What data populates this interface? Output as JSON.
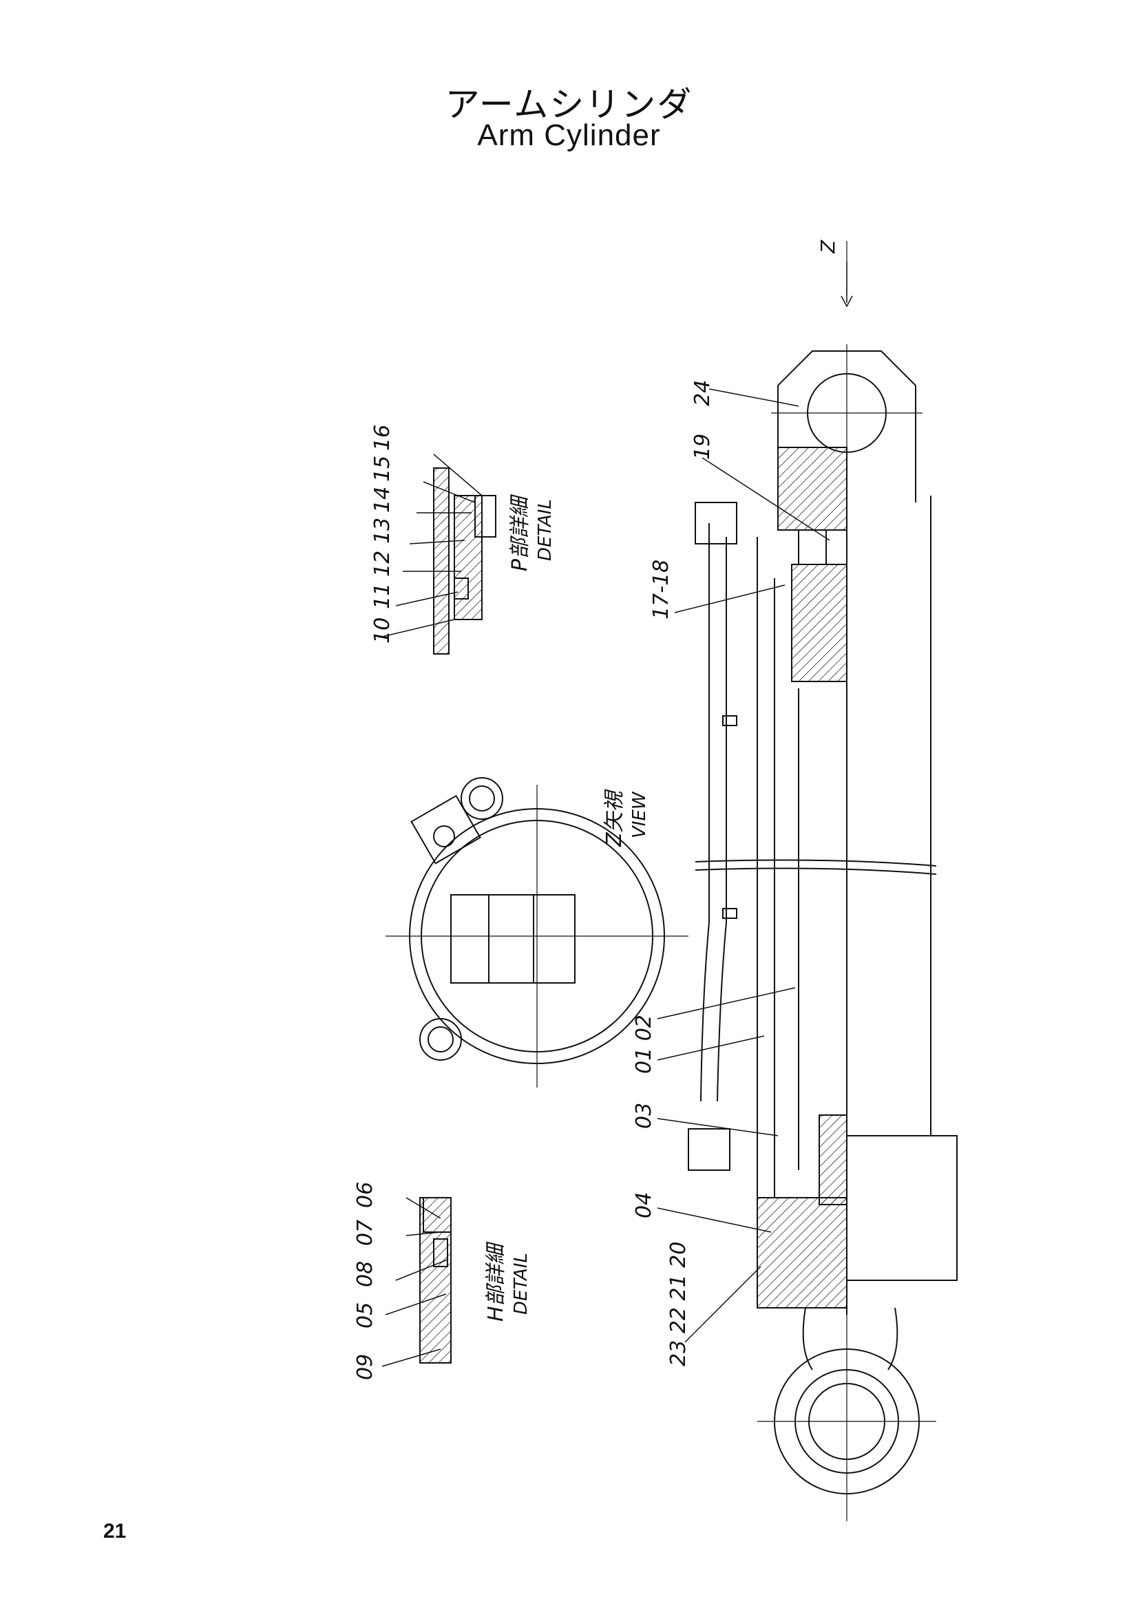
{
  "title_jp": "アームシリンダ",
  "title_en": "Arm Cylinder",
  "page_number": "21",
  "view_marker": "Z",
  "detail_p": {
    "jp": "P部詳細",
    "en": "DETAIL"
  },
  "detail_h": {
    "jp": "H部詳細",
    "en": "DETAIL"
  },
  "view_z": {
    "jp": "Z矢視",
    "en": "VIEW"
  },
  "p_callouts": [
    "10",
    "11",
    "12",
    "13",
    "14",
    "15",
    "16"
  ],
  "h_callouts": [
    "09",
    "05",
    "08",
    "07",
    "06"
  ],
  "main_callouts": {
    "c24": "24",
    "c19": "19",
    "c1718": "17-18",
    "c0102": "01 02",
    "c03": "03",
    "c04": "04",
    "c23222120": "23 22 21 20"
  }
}
